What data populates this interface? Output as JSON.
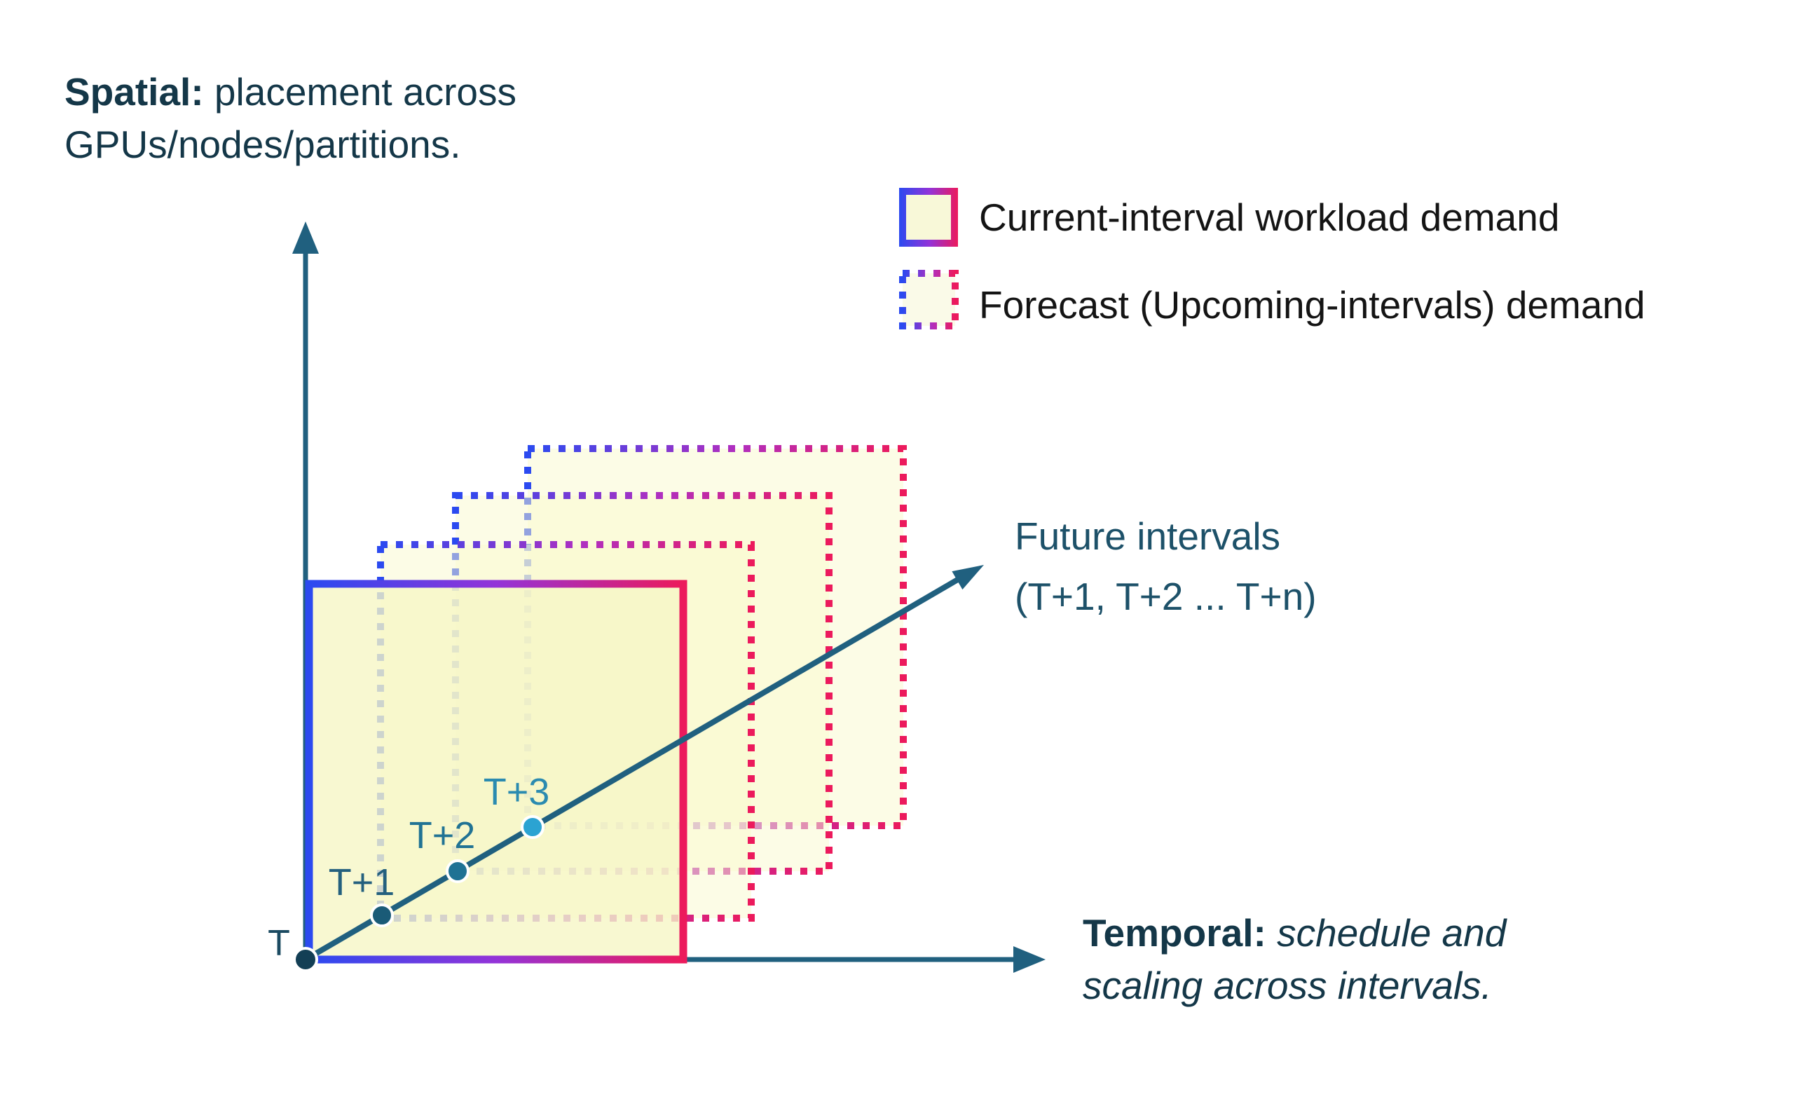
{
  "spatial_note": {
    "lead": "Spatial:",
    "line1_rest": " placement across",
    "line2": "GPUs/nodes/partitions."
  },
  "temporal_note": {
    "lead": "Temporal:",
    "line1_rest": " schedule and",
    "line2": "scaling across intervals."
  },
  "future_axis": {
    "line1": "Future intervals",
    "line2": "(T+1, T+2 ... T+n)"
  },
  "legend": {
    "items": [
      {
        "style": "solid",
        "label": "Current-interval workload demand"
      },
      {
        "style": "dotted",
        "label": "Forecast (Upcoming-intervals) demand"
      }
    ]
  },
  "timeline": {
    "points": [
      {
        "label": "T"
      },
      {
        "label": "T+1"
      },
      {
        "label": "T+2"
      },
      {
        "label": "T+3"
      }
    ]
  },
  "colors": {
    "gradient_blue": "#2b4af0",
    "gradient_purple": "#9333d8",
    "gradient_crimson": "#ec1a5c",
    "axis_teal": "#20607f",
    "fill_yellow": "#f8f8d2",
    "note_text": "#143748",
    "legend_text": "#141414",
    "dot_t": "#133f55",
    "dot_t1": "#1a5b77",
    "dot_t2": "#1f7294",
    "dot_t3": "#2ba3d2"
  }
}
